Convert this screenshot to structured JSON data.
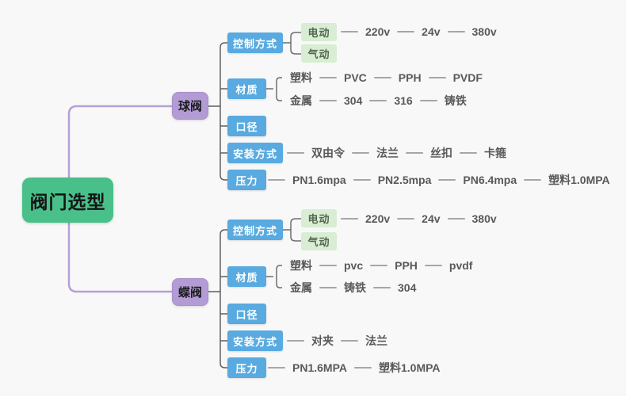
{
  "root": {
    "label": "阀门选型"
  },
  "branches": [
    {
      "label": "球阀",
      "control": {
        "label": "控制方式",
        "electric": "电动",
        "pneumatic": "气动",
        "volts": [
          "220v",
          "24v",
          "380v"
        ]
      },
      "material": {
        "label": "材质",
        "plastic": {
          "head": "塑料",
          "items": [
            "PVC",
            "PPH",
            "PVDF"
          ]
        },
        "metal": {
          "head": "金属",
          "items": [
            "304",
            "316",
            "铸铁"
          ]
        }
      },
      "diameter": {
        "label": "口径"
      },
      "install": {
        "label": "安装方式",
        "items": [
          "双由令",
          "法兰",
          "丝扣",
          "卡箍"
        ]
      },
      "pressure": {
        "label": "压力",
        "items": [
          "PN1.6mpa",
          "PN2.5mpa",
          "PN6.4mpa",
          "塑料1.0MPA"
        ]
      }
    },
    {
      "label": "蝶阀",
      "control": {
        "label": "控制方式",
        "electric": "电动",
        "pneumatic": "气动",
        "volts": [
          "220v",
          "24v",
          "380v"
        ]
      },
      "material": {
        "label": "材质",
        "plastic": {
          "head": "塑料",
          "items": [
            "pvc",
            "PPH",
            "pvdf"
          ]
        },
        "metal": {
          "head": "金属",
          "items": [
            "铸铁",
            "304"
          ]
        }
      },
      "diameter": {
        "label": "口径"
      },
      "install": {
        "label": "安装方式",
        "items": [
          "对夹",
          "法兰"
        ]
      },
      "pressure": {
        "label": "压力",
        "items": [
          "PN1.6MPA",
          "塑料1.0MPA"
        ]
      }
    }
  ],
  "colors": {
    "canvas_bg": "#f8f8f8",
    "root_green": "#49c08a",
    "branch_purple": "#b39cd5",
    "category_blue": "#58aae0",
    "leaf_green_bg": "#d8edd3",
    "connector_purple": "#b6a0d6",
    "connector_dark": "#5f5f5f",
    "leaf_line_gray": "#a6a6a6",
    "leaf_text": "#595959"
  }
}
